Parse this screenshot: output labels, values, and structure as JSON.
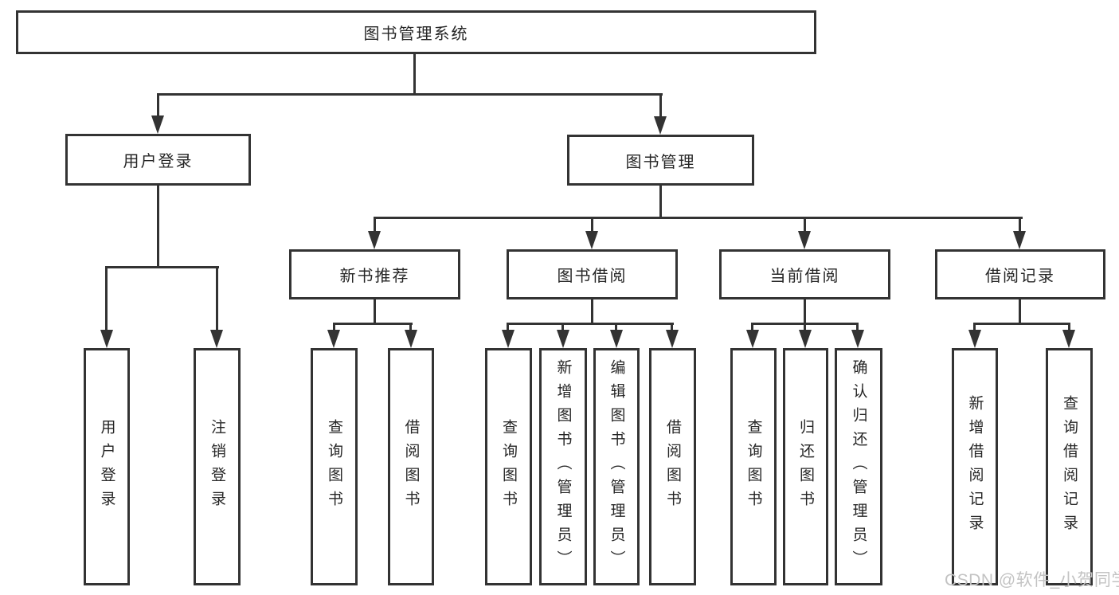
{
  "tree": {
    "root": "图书管理系统",
    "branches": [
      {
        "label": "用户登录",
        "children": [
          "用户登录",
          "注销登录"
        ]
      },
      {
        "label": "图书管理",
        "children": [
          {
            "label": "新书推荐",
            "children": [
              "查询图书",
              "借阅图书"
            ]
          },
          {
            "label": "图书借阅",
            "children": [
              "查询图书",
              "新增图书（管理员）",
              "编辑图书（管理员）",
              "借阅图书"
            ]
          },
          {
            "label": "当前借阅",
            "children": [
              "查询图书",
              "归还图书",
              "确认归还（管理员）"
            ]
          },
          {
            "label": "借阅记录",
            "children": [
              "新增借阅记录",
              "查询借阅记录"
            ]
          }
        ]
      }
    ]
  },
  "watermark": "CSDN @软件_小贺同学",
  "colors": {
    "line": "#333333",
    "text": "#262626",
    "background": "#ffffff",
    "watermark": "#c3c3c3"
  }
}
